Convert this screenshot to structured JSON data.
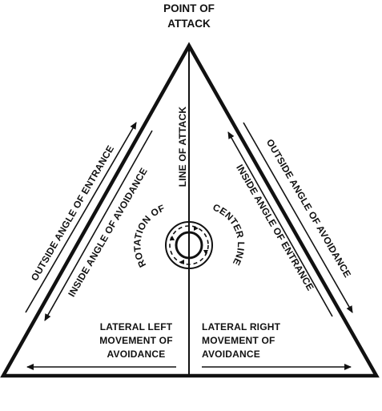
{
  "title": {
    "line1": "POINT OF",
    "line2": "ATTACK"
  },
  "labels": {
    "line_of_attack": "LINE OF ATTACK",
    "outside_angle_of_entrance": "OUTSIDE ANGLE OF ENTRANCE",
    "inside_angle_of_avoidance": "INSIDE ANGLE OF AVOIDANCE",
    "outside_angle_of_avoidance": "OUTSIDE ANGLE OF AVOIDANCE",
    "inside_angle_of_entrance": "INSIDE ANGLE OF ENTRANCE",
    "rotation_of": "ROTATION OF",
    "center_line": "CENTER LINE",
    "lateral_left": {
      "line1": "LATERAL LEFT",
      "line2": "MOVEMENT OF",
      "line3": "AVOIDANCE"
    },
    "lateral_right": {
      "line1": "LATERAL RIGHT",
      "line2": "MOVEMENT OF",
      "line3": "AVOIDANCE"
    }
  },
  "colors": {
    "ink": "#111111",
    "background": "#ffffff"
  }
}
